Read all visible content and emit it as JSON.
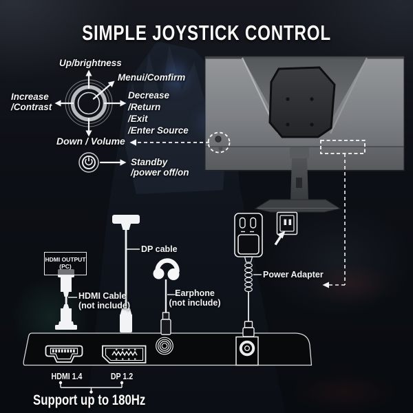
{
  "title": "SIMPLE JOYSTICK CONTROL",
  "joystick": {
    "up_label": "Up/brightness",
    "menu_label": "Menui/Comfirm",
    "left_label_1": "Increase",
    "left_label_2": "/Contrast",
    "right_label_1": "Decrease",
    "right_label_2": "/Return",
    "right_label_3": "/Exit",
    "right_label_4": "/Enter Source",
    "down_label": "Down / Volume",
    "standby_label_1": "Standby",
    "standby_label_2": "/power off/on"
  },
  "connections": {
    "pc_box_line1": "HDMI OUTPUT",
    "pc_box_line2": "(PC)",
    "hdmi_cable_label_1": "HDMI Cable",
    "hdmi_cable_label_2": "(not include)",
    "dp_cable_label": "DP cable",
    "earphone_label_1": "Earphone",
    "earphone_label_2": "(not include)",
    "power_adapter_label": "Power Adapter"
  },
  "ports": {
    "hdmi_label": "HDMI 1.4",
    "dp_label": "DP 1.2"
  },
  "footer": {
    "support_text": "Support up to 180Hz"
  },
  "icons": {
    "standby_button": "power-symbol",
    "earphone": "headphones",
    "wall_outlet": "power-socket",
    "cursor": "click-arrow"
  },
  "colors": {
    "text": "#f4f5f6",
    "line_art": "#efefef",
    "monitor_body": "#85888b",
    "vesa_plate": "#2c2e31",
    "io_panel_fill": "#07090b",
    "background": "#0d1016",
    "glow_blue": "#5a82dc",
    "glow_teal": "#46a083",
    "glow_red": "#a03c32"
  }
}
